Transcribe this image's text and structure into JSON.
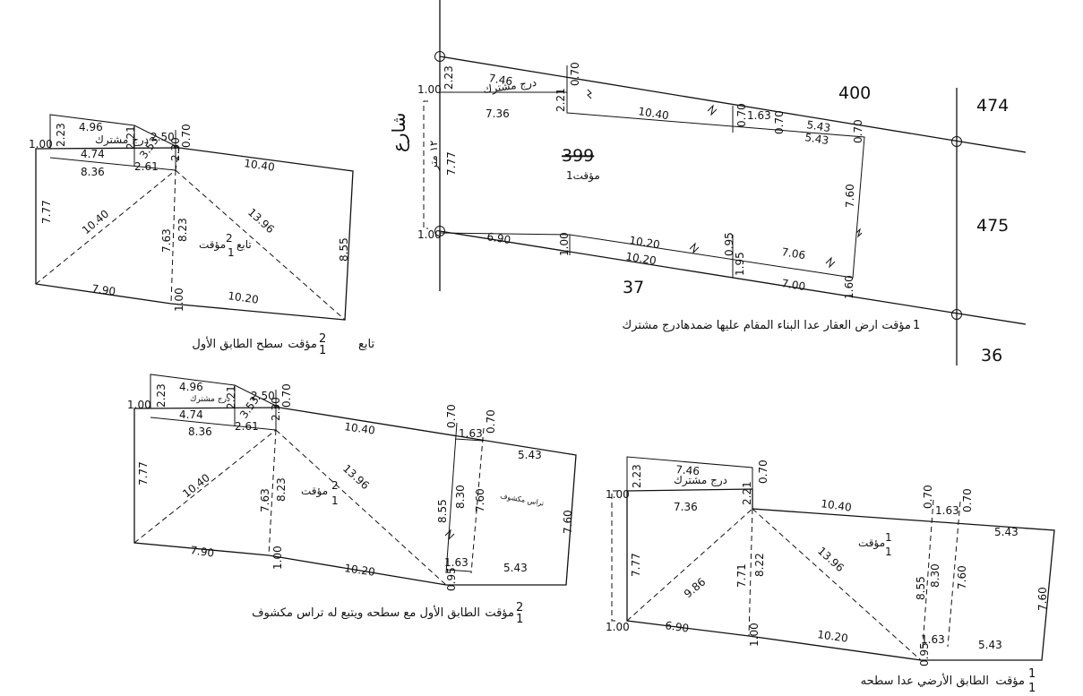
{
  "parcel_numbers": {
    "north": "400",
    "south": "37",
    "east_top": "474",
    "east_mid": "475",
    "east_bottom": "36",
    "plot": "399"
  },
  "street": "شارع",
  "street_width": "١٢ متر",
  "captions": {
    "site": "ارض العقار عدا البناء المقام عليها ضمدهادرج مشترك",
    "roof_extra": "سطح الطابق الأول",
    "first_floor": "الطابق الأول مع سطحه ويتبع له تراس مكشوف",
    "ground_floor": "الطابق الأرضي عدا سطحه"
  },
  "labels": {
    "temp": "مؤقت",
    "temp_one": "1مؤقت",
    "annex": "تابع",
    "stairs": "درج مشترك",
    "terrace": "تراس مكشوف"
  },
  "fractions": {
    "site": "1",
    "roof_num": "2",
    "roof_den": "1",
    "first_num": "2",
    "first_den": "1",
    "ground_num": "1",
    "ground_den": "1"
  },
  "dims_site": [
    "2.23",
    "7.46",
    "0.70",
    "1.00",
    "2.21",
    "7.36",
    "10.40",
    "0.70",
    "1.63",
    "0.70",
    "5.43",
    "5.43",
    "0.70",
    "7.77",
    "7.60",
    "1.00",
    "6.90",
    "1.00",
    "10.20",
    "0.95",
    "10.20",
    "1.95",
    "7.06",
    "7.00",
    "1.60"
  ],
  "dims_roof": [
    "2.23",
    "4.96",
    "0.70",
    "2.50",
    "1.00",
    "2.21",
    "3.53",
    "4.74",
    "2.30",
    "2.61",
    "8.36",
    "10.40",
    "7.77",
    "10.40",
    "13.96",
    "7.63",
    "8.23",
    "8.55",
    "7.90",
    "1.00",
    "10.20"
  ],
  "dims_first": [
    "2.23",
    "4.96",
    "0.70",
    "2.50",
    "1.00",
    "2.21",
    "3.53",
    "4.74",
    "2.30",
    "2.61",
    "8.36",
    "10.40",
    "0.70",
    "0.70",
    "1.63",
    "5.43",
    "7.77",
    "10.40",
    "13.96",
    "7.63",
    "8.23",
    "8.55",
    "8.30",
    "7.60",
    "7.60",
    "7.90",
    "1.00",
    "10.20",
    "1.63",
    "5.43",
    "0.95"
  ],
  "dims_ground": [
    "2.23",
    "7.46",
    "0.70",
    "1.00",
    "2.21",
    "7.36",
    "10.40",
    "0.70",
    "1.63",
    "0.70",
    "5.43",
    "7.77",
    "9.86",
    "7.71",
    "8.22",
    "13.96",
    "8.55",
    "8.30",
    "7.60",
    "7.60",
    "1.00",
    "6.90",
    "1.00",
    "10.20",
    "1.63",
    "5.43",
    "0.95"
  ]
}
